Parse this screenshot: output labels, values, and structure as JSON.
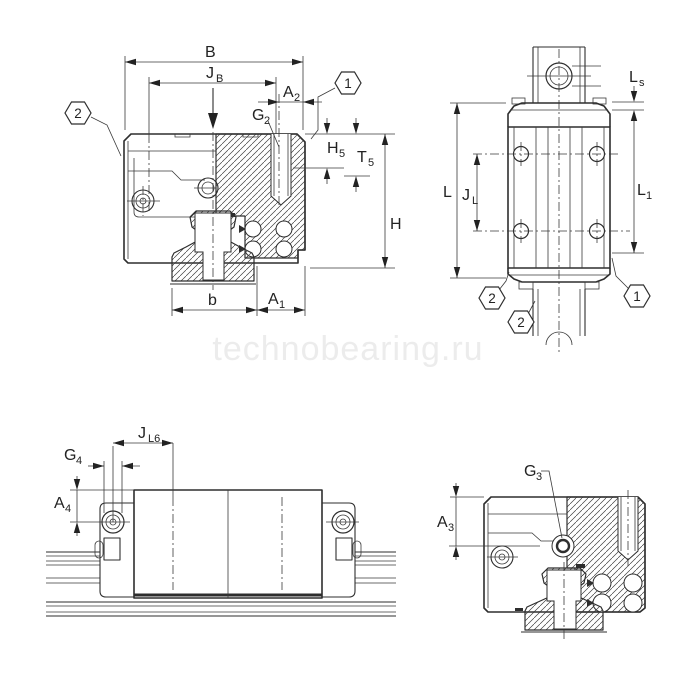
{
  "watermark": "technobearing.ru",
  "callouts": {
    "one": "1",
    "two": "2"
  },
  "views": {
    "front_section": {
      "dims": {
        "B": {
          "main": "B",
          "sub": ""
        },
        "JB": {
          "main": "J",
          "sub": "B"
        },
        "A2": {
          "main": "A",
          "sub": "2"
        },
        "G2": {
          "main": "G",
          "sub": "2"
        },
        "H5": {
          "main": "H",
          "sub": "5"
        },
        "T5": {
          "main": "T",
          "sub": "5"
        },
        "H": {
          "main": "H",
          "sub": ""
        },
        "b": {
          "main": "b",
          "sub": ""
        },
        "A1": {
          "main": "A",
          "sub": "1"
        }
      }
    },
    "top_view": {
      "dims": {
        "Ls": {
          "main": "L",
          "sub": "s"
        },
        "L": {
          "main": "L",
          "sub": ""
        },
        "JL": {
          "main": "J",
          "sub": "L"
        },
        "L1": {
          "main": "L",
          "sub": "1"
        }
      }
    },
    "side_view": {
      "dims": {
        "JL6": {
          "main": "J",
          "sub": "L6"
        },
        "G4": {
          "main": "G",
          "sub": "4"
        },
        "A4": {
          "main": "A",
          "sub": "4"
        }
      }
    },
    "side_section": {
      "dims": {
        "A3": {
          "main": "A",
          "sub": "3"
        },
        "G3": {
          "main": "G",
          "sub": "3"
        }
      }
    }
  }
}
